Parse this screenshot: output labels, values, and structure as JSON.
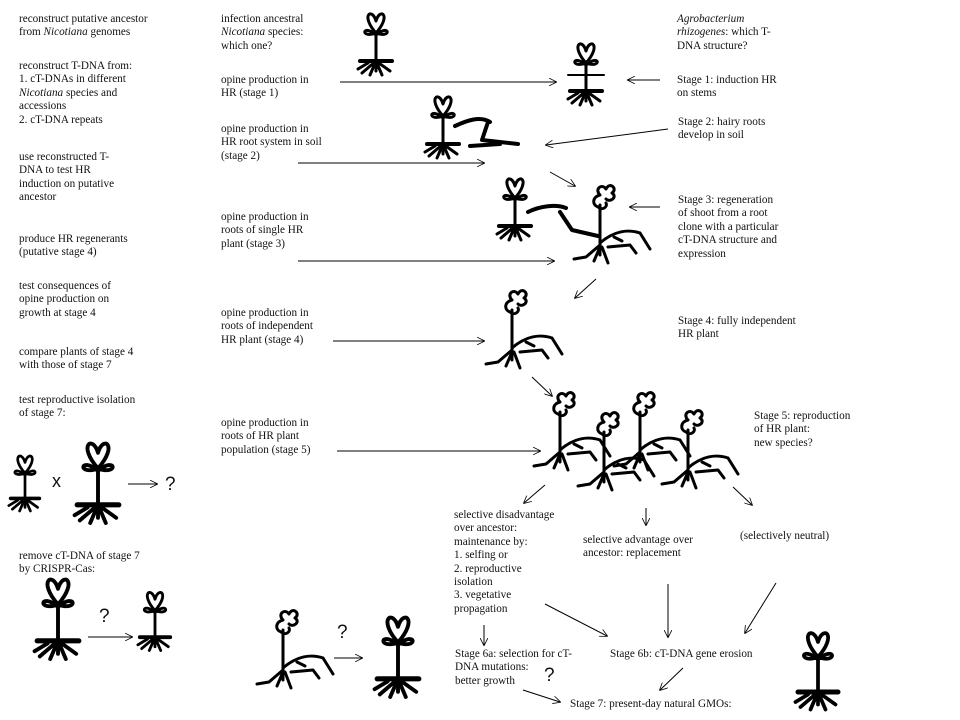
{
  "left_column": {
    "item1": {
      "pre": "reconstruct putative ancestor\nfrom ",
      "italic": "Nicotiana",
      "post": " genomes"
    },
    "item2": {
      "pre": "reconstruct T-DNA from:\n1. cT-DNAs in different\n",
      "italic": "Nicotiana",
      "post": " species and\naccessions\n2. cT-DNA repeats"
    },
    "item3": "use reconstructed T-\nDNA to test HR\ninduction on putative\nancestor",
    "item4": "produce HR regenerants\n(putative stage 4)",
    "item5": "test consequences of\nopine production on\ngrowth at stage 4",
    "item6": "compare plants of stage 4\nwith those of stage 7",
    "item7": "test reproductive isolation\nof stage 7:",
    "cross_symbol": "x",
    "cross_result": "?",
    "item8": "remove cT-DNA of stage 7\nby CRISPR-Cas:",
    "crispr_result": "?"
  },
  "middle_column": {
    "infection": {
      "pre": "infection ancestral\n",
      "italic": "Nicotiana",
      "post": " species:\nwhich one?"
    },
    "opine_stage1": "opine production in\nHR (stage 1)",
    "opine_stage2": "opine production in\nHR root system in soil\n(stage 2)",
    "opine_stage3": "opine production in\nroots of single HR\nplant (stage 3)",
    "opine_stage4": "opine production in\nroots of independent\nHR plant (stage 4)",
    "opine_stage5": "opine production in\nroots of HR plant\npopulation (stage 5)"
  },
  "right_column": {
    "agrobacterium": {
      "italic": "Agrobacterium\nrhizogenes",
      "post": ": which T-\nDNA structure?"
    },
    "stage1": "Stage 1: induction HR\non stems",
    "stage2": "Stage 2: hairy roots\ndevelop in soil",
    "stage3": "Stage 3: regeneration\nof shoot from a root\nclone with a particular\ncT-DNA structure and\nexpression",
    "stage4": "Stage 4: fully independent\nHR plant",
    "stage5": "Stage 5: reproduction\nof HR plant:\nnew species?"
  },
  "outcomes": {
    "disadvantage": "selective disadvantage\nover ancestor:\nmaintenance by:\n1. selfing or\n2. reproductive\nisolation\n3. vegetative\npropagation",
    "advantage": "selective advantage over\nancestor: replacement",
    "neutral": "(selectively neutral)",
    "stage6a": "Stage 6a: selection for cT-\nDNA mutations:\nbetter growth",
    "stage6a_question": "?",
    "stage6b": "Stage 6b: cT-DNA gene erosion",
    "stage7": "Stage 7: present-day natural GMOs:",
    "reversion_question": "?"
  }
}
